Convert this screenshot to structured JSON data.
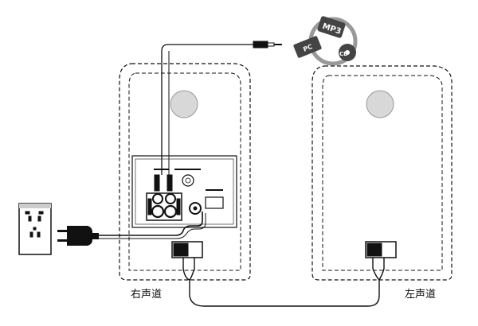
{
  "labels": {
    "right_channel": "右声道",
    "left_channel": "左声道"
  },
  "source_badges": {
    "mp3": "MP3",
    "pc": "PC",
    "cd": "CD"
  },
  "colors": {
    "line": "#111111",
    "driver": "#d8d8d8",
    "badge": "#444444"
  },
  "icons": [
    "power-outlet-icon",
    "power-plug-icon",
    "audio-jack-icon",
    "mp3-pc-cd-source-icon",
    "speaker-terminal-icon"
  ]
}
